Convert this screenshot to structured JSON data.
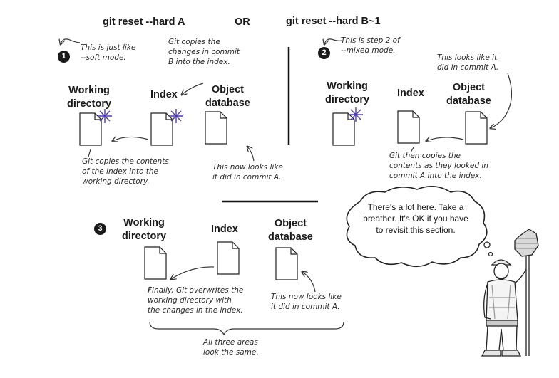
{
  "headers": {
    "left": "git reset --hard A",
    "or": "OR",
    "right": "git reset --hard B~1"
  },
  "steps": {
    "step1": "1",
    "step2": "2",
    "step3": "3"
  },
  "labels": {
    "working_directory": "Working\ndirectory",
    "index": "Index",
    "object_database": "Object\ndatabase"
  },
  "notes": {
    "soft_mode": "This is just like\n--soft mode.",
    "git_copies_commit": "Git copies the\nchanges in commit\nB into the index.",
    "copies_index_to_wd": "Git copies the contents\nof the index into the\nworking directory.",
    "now_looks_like_a_1": "This now looks like\nit did in commit A.",
    "step2_of_mixed": "This is step 2 of\n--mixed mode.",
    "looks_like_it_did": "This looks like it\ndid in commit A.",
    "git_then_copies": "Git then copies the\ncontents as they looked in\ncommit A into the index.",
    "finally_overwrites": "Finally, Git overwrites the\nworking directory with\nthe changes in the index.",
    "now_looks_like_a_3": "This now looks like\nit did in commit A.",
    "all_three_same": "All three areas\nlook the same."
  },
  "bubble": "There's a lot here. Take a breather. It's OK if you have to revisit this section.",
  "colors": {
    "ink": "#1a1a1a",
    "star": "#4b3bb5"
  }
}
